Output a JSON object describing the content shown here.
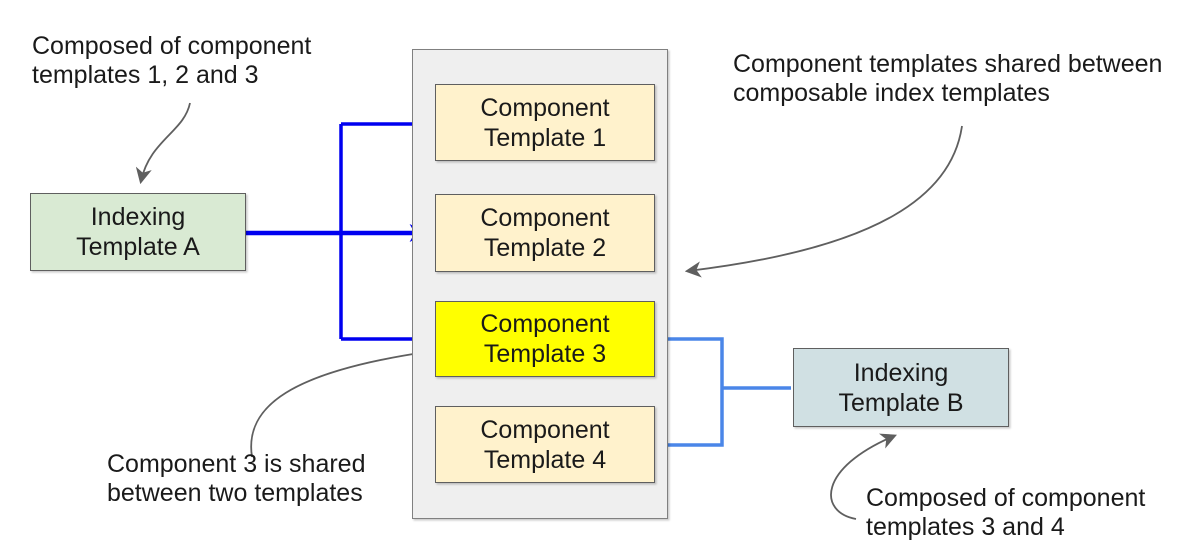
{
  "diagram": {
    "nodes": {
      "indexing_a": {
        "label": "Indexing\nTemplate A",
        "fill": "#d9ead3"
      },
      "indexing_b": {
        "label": "Indexing\nTemplate B",
        "fill": "#d0e0e3"
      },
      "component_1": {
        "label": "Component\nTemplate 1",
        "fill": "#fff2cc"
      },
      "component_2": {
        "label": "Component\nTemplate 2",
        "fill": "#fff2cc"
      },
      "component_3": {
        "label": "Component\nTemplate 3",
        "fill": "#ffff00",
        "highlighted": true
      },
      "component_4": {
        "label": "Component\nTemplate 4",
        "fill": "#fff2cc"
      }
    },
    "annotations": {
      "top_left": "Composed of component\ntemplates 1, 2 and 3",
      "top_right": "Component templates shared between\ncomposable index templates",
      "bottom_left": "Component 3 is shared\nbetween two templates",
      "bottom_right": "Composed of component\ntemplates 3 and 4"
    },
    "edges": [
      {
        "from": "indexing_a",
        "to": "component_1",
        "color": "#0000f0",
        "arrow": true
      },
      {
        "from": "indexing_a",
        "to": "component_2",
        "color": "#0000f0",
        "arrow": true
      },
      {
        "from": "indexing_a",
        "to": "component_3",
        "color": "#0000f0",
        "arrow": true
      },
      {
        "from": "component_3",
        "to": "indexing_b",
        "color": "#4a86e8",
        "arrow": false
      },
      {
        "from": "component_4",
        "to": "indexing_b",
        "color": "#4a86e8",
        "arrow": false
      }
    ],
    "colors": {
      "arrow_blue": "#0000f0",
      "connector_blue": "#4a86e8",
      "annotation_gray": "#5f5f5f",
      "container_fill": "#efefef",
      "container_border": "#808080",
      "component_border": "#5f5f5f"
    }
  }
}
